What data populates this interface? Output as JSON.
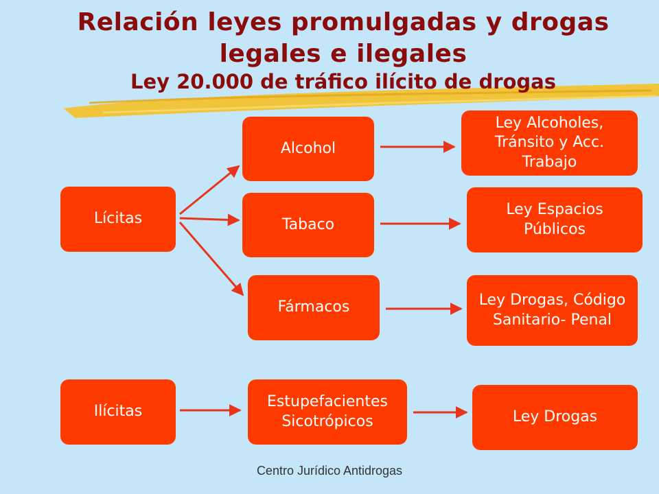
{
  "title": {
    "line1": "Relación leyes promulgadas y drogas",
    "line2": "legales e ilegales",
    "line3": "Ley 20.000 de tráfico ilícito de drogas"
  },
  "nodes": {
    "licitas": "Lícitas",
    "alcohol": "Alcohol",
    "tabaco": "Tabaco",
    "farmacos": "Fármacos",
    "ley_alcoholes": "Ley Alcoholes,\n Tránsito y Acc.\nTrabajo",
    "ley_espacios": "Ley Espacios\n Públicos",
    "ley_drogas_codigo": "Ley Drogas, Código\nSanitario- Penal",
    "ilicitas": "Ilícitas",
    "estupefacientes": "Estupefacientes\nSicotrópicos",
    "ley_drogas": "Ley Drogas"
  },
  "footer": "Centro Jurídico Antidrogas",
  "colors": {
    "background": "#c5e6f8",
    "box": "#ff3a00",
    "title": "#8b0a0a",
    "arrow": "#e8341c",
    "brush": "#f2c230"
  }
}
